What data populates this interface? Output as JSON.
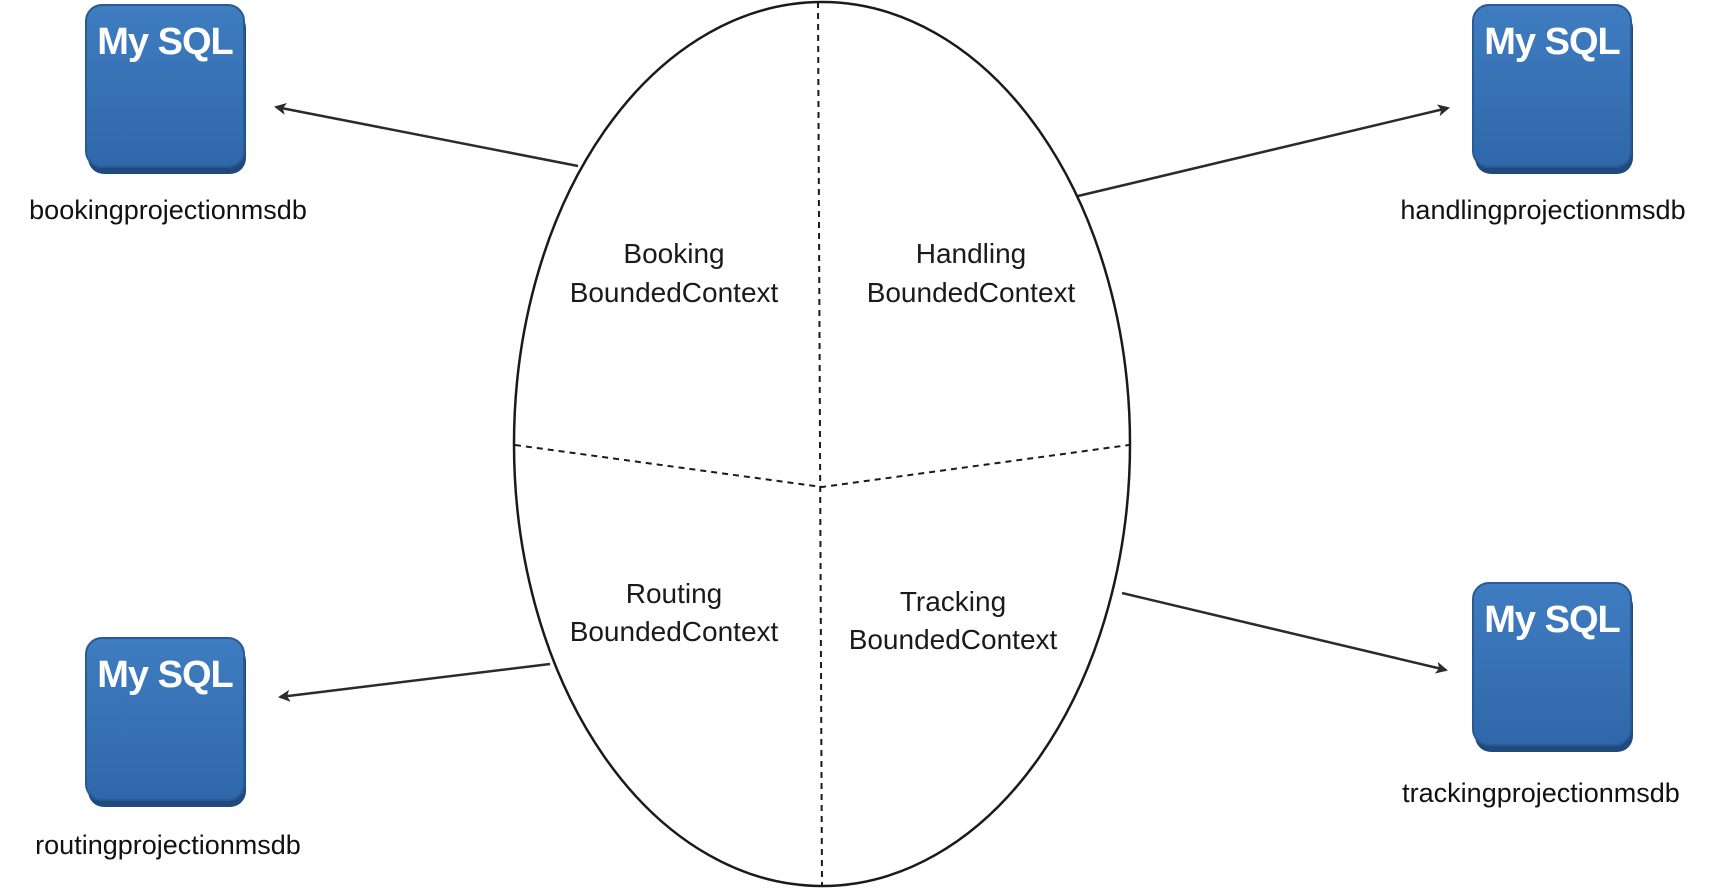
{
  "contexts": {
    "booking": {
      "line1": "Booking",
      "line2": "BoundedContext"
    },
    "handling": {
      "line1": "Handling",
      "line2": "BoundedContext"
    },
    "routing": {
      "line1": "Routing",
      "line2": "BoundedContext"
    },
    "tracking": {
      "line1": "Tracking",
      "line2": "BoundedContext"
    }
  },
  "databases": {
    "booking": {
      "title": "My SQL",
      "name": "bookingprojectionmsdb"
    },
    "handling": {
      "title": "My SQL",
      "name": "handlingprojectionmsdb"
    },
    "routing": {
      "title": "My SQL",
      "name": "routingprojectionmsdb"
    },
    "tracking": {
      "title": "My SQL",
      "name": "trackingprojectionmsdb"
    }
  },
  "colors": {
    "db_fill": "#3672b5",
    "db_border": "#2a5a94",
    "line": "#1a1a1a"
  }
}
